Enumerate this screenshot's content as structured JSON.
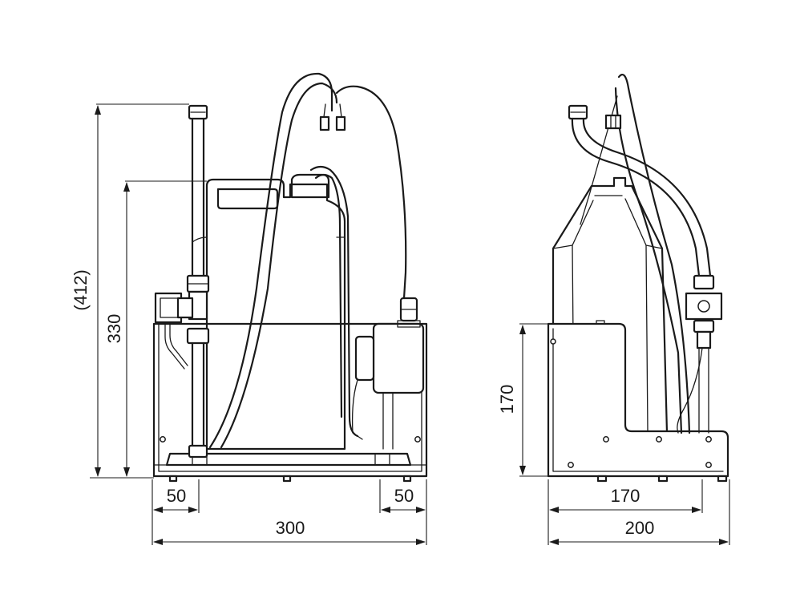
{
  "dimensions": {
    "front_overall_height": "(412)",
    "front_tank_height": "330",
    "front_left_offset": "50",
    "front_right_offset": "50",
    "front_width": "300",
    "side_base_height": "170",
    "side_inner_width": "170",
    "side_depth": "200"
  },
  "colors": {
    "line": "#1a1a1a",
    "background": "#ffffff"
  }
}
